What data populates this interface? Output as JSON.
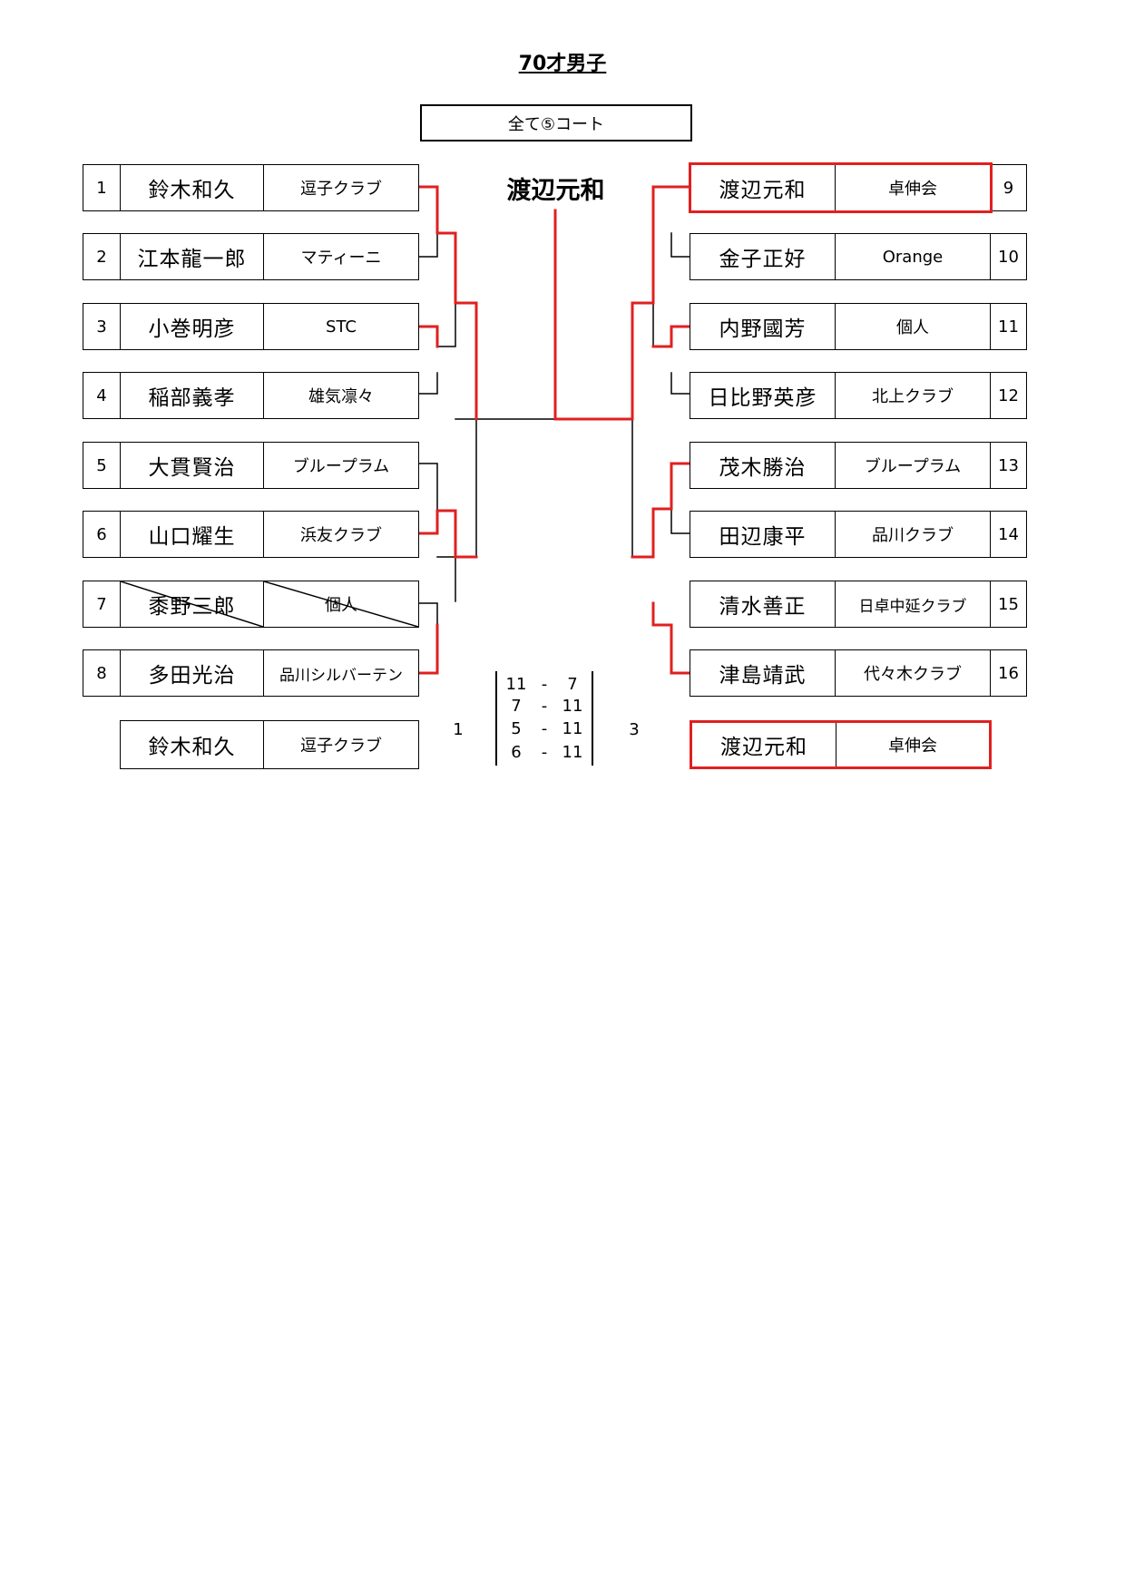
{
  "title": "70才男子",
  "court_note": "全て⑤コート",
  "champion": "渡辺元和",
  "left_players": [
    {
      "seed": "1",
      "name": "鈴木和久",
      "club": "逗子クラブ"
    },
    {
      "seed": "2",
      "name": "江本龍一郎",
      "club": "マティーニ"
    },
    {
      "seed": "3",
      "name": "小巻明彦",
      "club": "STC"
    },
    {
      "seed": "4",
      "name": "稲部義孝",
      "club": "雄気凛々"
    },
    {
      "seed": "5",
      "name": "大貫賢治",
      "club": "ブループラム"
    },
    {
      "seed": "6",
      "name": "山口耀生",
      "club": "浜友クラブ"
    },
    {
      "seed": "7",
      "name": "黍野三郎",
      "club": "個人",
      "withdrawn": true
    },
    {
      "seed": "8",
      "name": "多田光治",
      "club": "品川シルバーテン"
    }
  ],
  "right_players": [
    {
      "seed": "9",
      "name": "渡辺元和",
      "club": "卓伸会"
    },
    {
      "seed": "10",
      "name": "金子正好",
      "club": "Orange"
    },
    {
      "seed": "11",
      "name": "内野國芳",
      "club": "個人"
    },
    {
      "seed": "12",
      "name": "日比野英彦",
      "club": "北上クラブ"
    },
    {
      "seed": "13",
      "name": "茂木勝治",
      "club": "ブループラム"
    },
    {
      "seed": "14",
      "name": "田辺康平",
      "club": "品川クラブ"
    },
    {
      "seed": "15",
      "name": "清水善正",
      "club": "日卓中延クラブ"
    },
    {
      "seed": "16",
      "name": "津島靖武",
      "club": "代々木クラブ"
    }
  ],
  "final": {
    "left": {
      "name": "鈴木和久",
      "club": "逗子クラブ",
      "games": "1"
    },
    "right": {
      "name": "渡辺元和",
      "club": "卓伸会",
      "games": "3"
    },
    "sets": [
      {
        "left": "11",
        "sep": "-",
        "right": "7"
      },
      {
        "left": "7",
        "sep": "-",
        "right": "11"
      },
      {
        "left": "5",
        "sep": "-",
        "right": "11"
      },
      {
        "left": "6",
        "sep": "-",
        "right": "11"
      }
    ]
  },
  "colors": {
    "highlight": "#e02020",
    "line": "#000000"
  }
}
